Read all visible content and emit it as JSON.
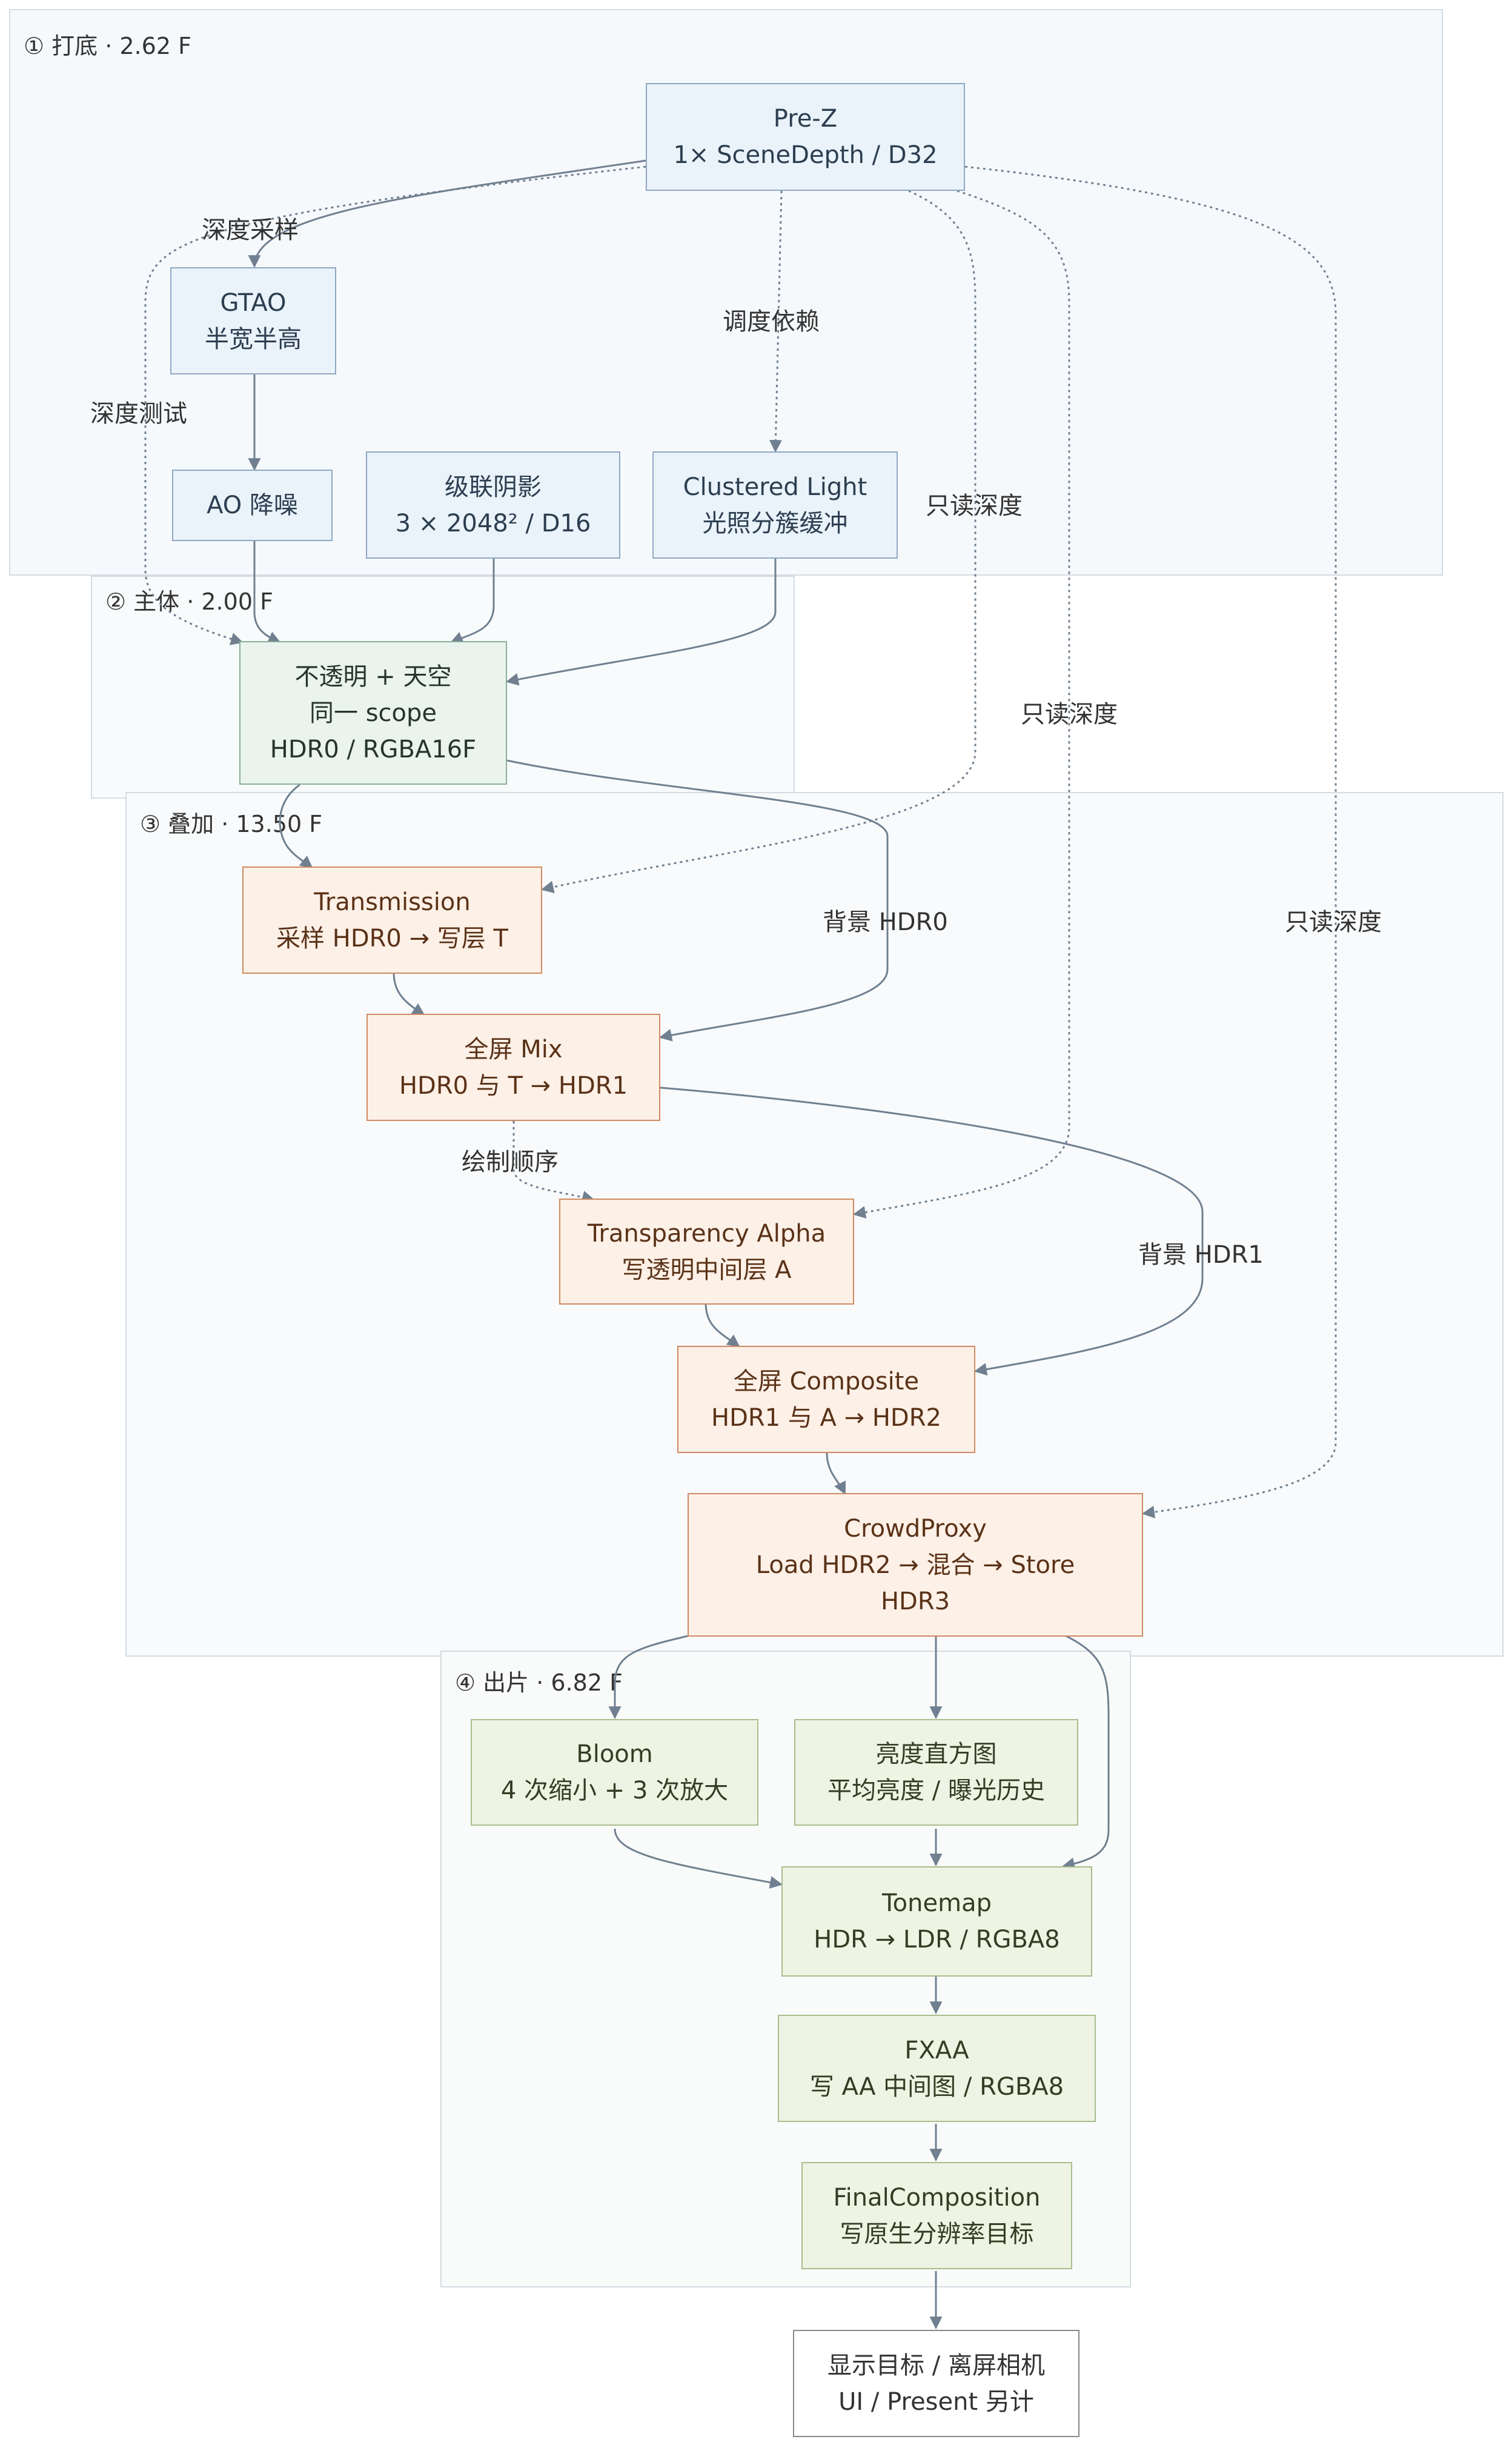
{
  "groups": {
    "g1": {
      "title": "① 打底 · 2.62 F"
    },
    "g2": {
      "title": "② 主体 · 2.00 F"
    },
    "g3": {
      "title": "③ 叠加 · 13.50 F"
    },
    "g4": {
      "title": "④ 出片 · 6.82 F"
    }
  },
  "nodes": {
    "prez": {
      "line1": "Pre-Z",
      "line2": "1× SceneDepth / D32"
    },
    "gtao": {
      "line1": "GTAO",
      "line2": "半宽半高"
    },
    "aodenoise": {
      "line1": "AO 降噪"
    },
    "csm": {
      "line1": "级联阴影",
      "line2": "3 × 2048² / D16"
    },
    "clustered": {
      "line1": "Clustered Light",
      "line2": "光照分簇缓冲"
    },
    "opaque": {
      "line1": "不透明 + 天空",
      "line2": "同一 scope",
      "line3": "HDR0 / RGBA16F"
    },
    "transmission": {
      "line1": "Transmission",
      "line2": "采样 HDR0 → 写层 T"
    },
    "mix": {
      "line1": "全屏 Mix",
      "line2": "HDR0 与 T → HDR1"
    },
    "transalpha": {
      "line1": "Transparency Alpha",
      "line2": "写透明中间层 A"
    },
    "composite": {
      "line1": "全屏 Composite",
      "line2": "HDR1 与 A → HDR2"
    },
    "crowd": {
      "line1": "CrowdProxy",
      "line2": "Load HDR2 → 混合 → Store",
      "line3": "HDR3"
    },
    "bloom": {
      "line1": "Bloom",
      "line2": "4 次缩小 + 3 次放大"
    },
    "histogram": {
      "line1": "亮度直方图",
      "line2": "平均亮度 / 曝光历史"
    },
    "tonemap": {
      "line1": "Tonemap",
      "line2": "HDR → LDR / RGBA8"
    },
    "fxaa": {
      "line1": "FXAA",
      "line2": "写 AA 中间图 / RGBA8"
    },
    "finalcomp": {
      "line1": "FinalComposition",
      "line2": "写原生分辨率目标"
    },
    "display": {
      "line1": "显示目标 / 离屏相机",
      "line2": "UI / Present 另计"
    }
  },
  "edge_labels": {
    "depth_sample": "深度采样",
    "schedule_dep": "调度依赖",
    "depth_test": "深度测试",
    "readonly_depth_1": "只读深度",
    "readonly_depth_2": "只读深度",
    "readonly_depth_3": "只读深度",
    "bg_hdr0": "背景 HDR0",
    "bg_hdr1": "背景 HDR1",
    "draw_order": "绘制顺序"
  },
  "colors": {
    "edge": "#708090",
    "blue_fill": "#eaf2fa",
    "green_fill": "#eaf3ee",
    "orange_fill": "#fdf0e6",
    "olive_fill": "#eef3e3"
  }
}
